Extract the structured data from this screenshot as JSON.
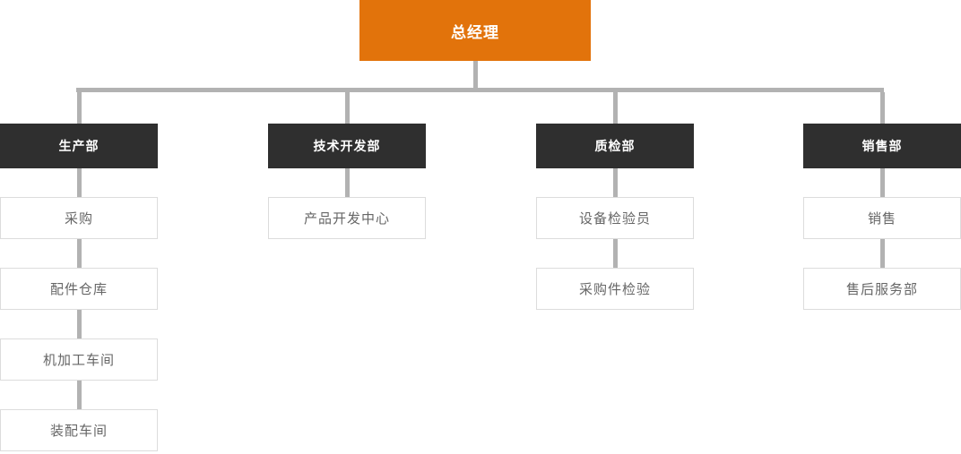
{
  "org": {
    "root": {
      "label": "总经理"
    },
    "departments": [
      {
        "label": "生产部",
        "children": [
          "采购",
          "配件仓库",
          "机加工车间",
          "装配车间"
        ]
      },
      {
        "label": "技术开发部",
        "children": [
          "产品开发中心"
        ]
      },
      {
        "label": "质检部",
        "children": [
          "设备检验员",
          "采购件检验"
        ]
      },
      {
        "label": "销售部",
        "children": [
          "销售",
          "售后服务部"
        ]
      }
    ]
  },
  "colors": {
    "root_bg": "#E2730B",
    "root_text": "#FFFFFF",
    "dept_bg": "#2F2F2F",
    "dept_text": "#FFFFFF",
    "child_bg": "#FFFFFF",
    "child_border": "#DCDCDC",
    "child_text": "#666666",
    "connector": "#B2B2B2"
  }
}
